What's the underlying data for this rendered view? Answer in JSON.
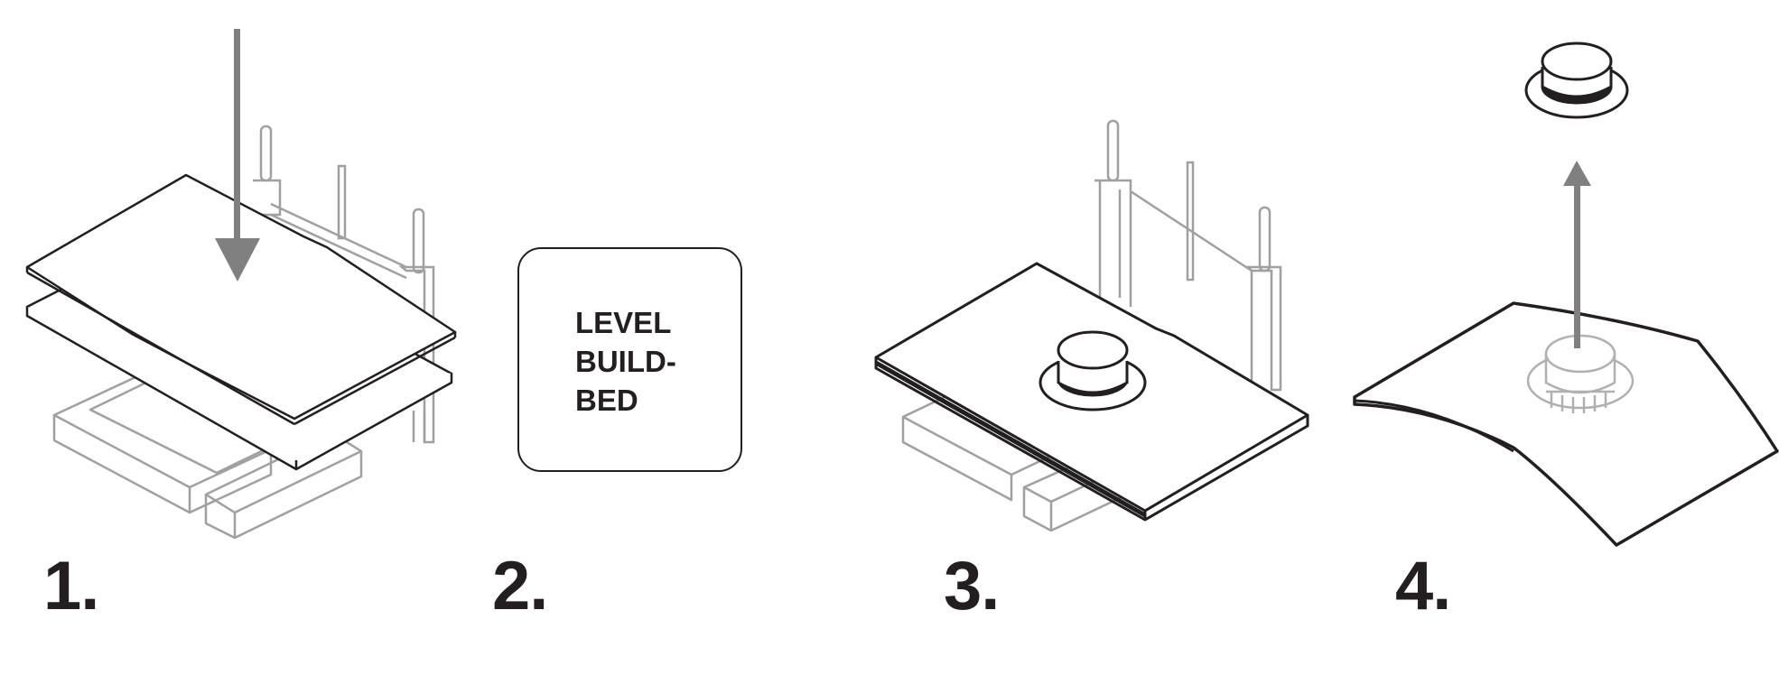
{
  "steps": [
    {
      "number": "1."
    },
    {
      "number": "2.",
      "instruction": [
        "LEVEL",
        "BUILD-",
        "BED"
      ]
    },
    {
      "number": "3."
    },
    {
      "number": "4."
    }
  ],
  "colors": {
    "ink": "#231f20",
    "frame": "#a0a0a0",
    "arrow": "#808080"
  }
}
